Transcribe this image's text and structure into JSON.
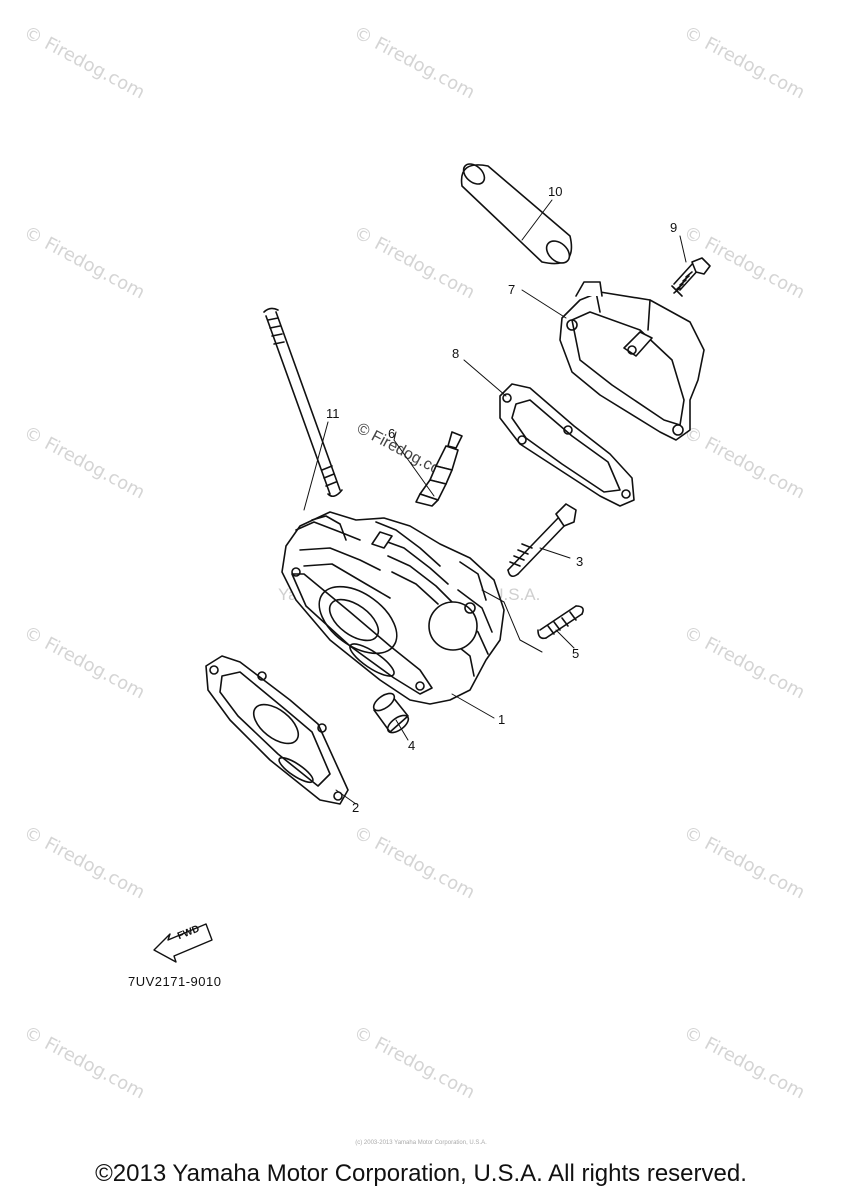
{
  "watermark": {
    "text": "© Firedog.com"
  },
  "center_watermark": "Yamaha Motor Corporation, U.S.A.",
  "callouts": [
    {
      "id": "1",
      "label": "1"
    },
    {
      "id": "2",
      "label": "2"
    },
    {
      "id": "3",
      "label": "3"
    },
    {
      "id": "4",
      "label": "4"
    },
    {
      "id": "5",
      "label": "5"
    },
    {
      "id": "6",
      "label": "6"
    },
    {
      "id": "7",
      "label": "7"
    },
    {
      "id": "8",
      "label": "8"
    },
    {
      "id": "9",
      "label": "9"
    },
    {
      "id": "10",
      "label": "10"
    },
    {
      "id": "11",
      "label": "11"
    }
  ],
  "fwd_label": "FWD",
  "diagram_code": "7UV2171-9010",
  "small_print": "(c) 2003-2013 Yamaha Motor Corporation, U.S.A.",
  "footer": "©2013 Yamaha Motor Corporation, U.S.A. All rights reserved."
}
